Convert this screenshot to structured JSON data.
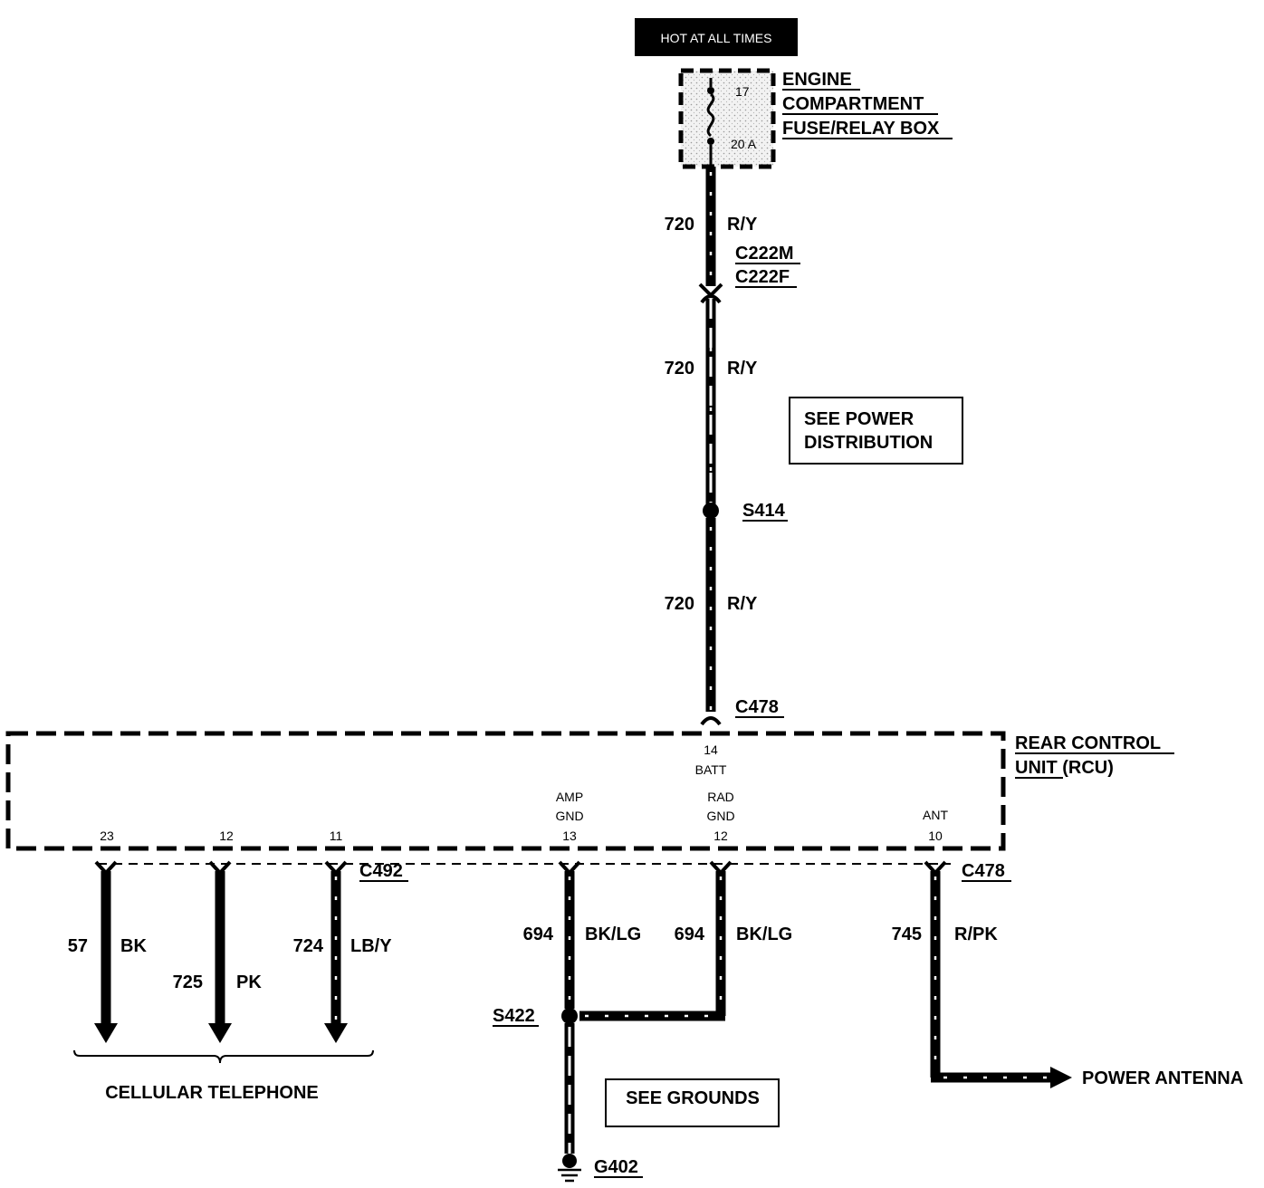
{
  "hot_label": "HOT AT ALL TIMES",
  "fuse_box": {
    "label_line1": "ENGINE",
    "label_line2": "COMPARTMENT",
    "label_line3": "FUSE/RELAY BOX",
    "fuse_number": "17",
    "fuse_rating": "20 A"
  },
  "main_wire": {
    "circuit": "720",
    "color": "R/Y"
  },
  "connector_top_m": "C222M",
  "connector_top_f": "C222F",
  "see_power": {
    "line1": "SEE POWER",
    "line2": "DISTRIBUTION"
  },
  "splice_top": "S414",
  "connector_batt": "C478",
  "rcu": {
    "label_line1": "REAR CONTROL",
    "label_line2": "UNIT (RCU)",
    "pins": [
      {
        "num": "14",
        "name": "BATT"
      },
      {
        "num": "23",
        "name": ""
      },
      {
        "num": "12",
        "name": ""
      },
      {
        "num": "11",
        "name": ""
      },
      {
        "num": "13",
        "name_line1": "AMP",
        "name_line2": "GND"
      },
      {
        "num": "12",
        "name_line1": "RAD",
        "name_line2": "GND"
      },
      {
        "num": "10",
        "name": "ANT"
      }
    ]
  },
  "connector_left": "C492",
  "connector_right": "C478",
  "wires": [
    {
      "circuit": "57",
      "color": "BK"
    },
    {
      "circuit": "725",
      "color": "PK"
    },
    {
      "circuit": "724",
      "color": "LB/Y"
    },
    {
      "circuit": "694",
      "color": "BK/LG"
    },
    {
      "circuit": "694",
      "color": "BK/LG"
    },
    {
      "circuit": "745",
      "color": "R/PK"
    }
  ],
  "cellular_label": "CELLULAR TELEPHONE",
  "splice_bottom": "S422",
  "see_grounds": "SEE GROUNDS",
  "ground": "G402",
  "power_antenna": "POWER ANTENNA"
}
